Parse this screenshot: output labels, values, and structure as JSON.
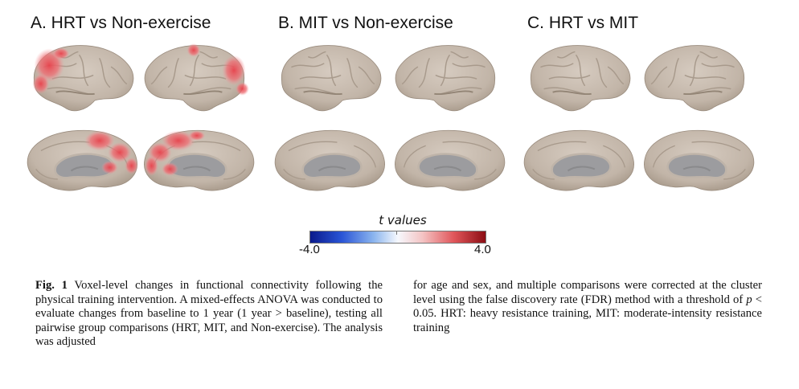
{
  "panels": [
    {
      "title": "A. HRT vs Non-exercise",
      "highlighted": true
    },
    {
      "title": "B. MIT vs Non-exercise",
      "highlighted": false
    },
    {
      "title": "C. HRT vs MIT",
      "highlighted": false
    }
  ],
  "colorbar": {
    "title": "t values",
    "min_label": "-4.0",
    "max_label": "4.0",
    "colors": {
      "low": "#0a1a8c",
      "mid": "#f6f8fd",
      "high": "#8c0d14"
    }
  },
  "caption": {
    "fig_label": "Fig. 1",
    "col1": "Voxel-level changes in functional connectivity following the physical training intervention. A mixed-effects ANOVA was conducted to evaluate changes from baseline to 1 year (1 year > baseline), testing all pairwise group comparisons (HRT, MIT, and Non-exercise). The analysis was adjusted",
    "col2_before": "for age and sex, and multiple comparisons were corrected at the cluster level using the false discovery rate (FDR) method with a threshold of ",
    "col2_italic": "p",
    "col2_after": " < 0.05. HRT: heavy resistance training, MIT: moderate-intensity resistance training"
  },
  "colors": {
    "cortex": "#c8bcb0",
    "subcortical": "#9a9a9c",
    "activation": "#e05a62"
  }
}
